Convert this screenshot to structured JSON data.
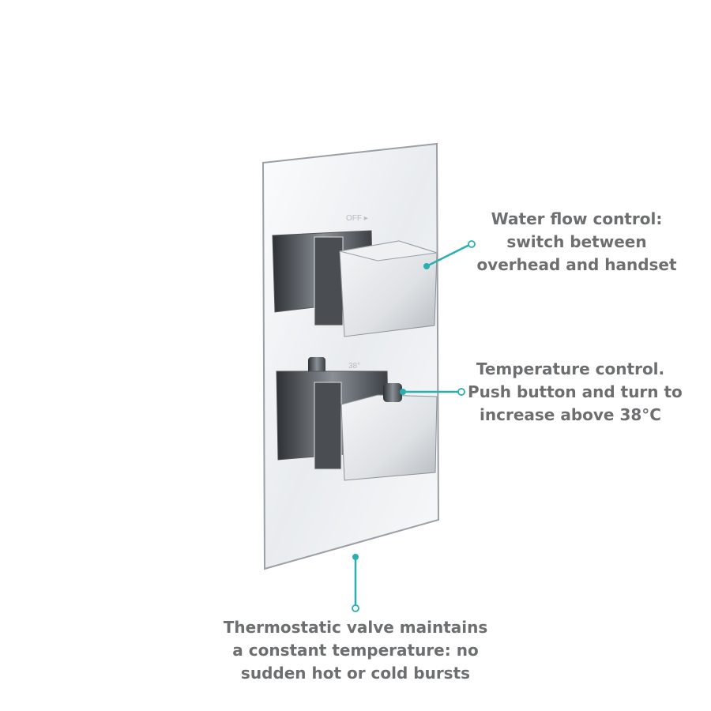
{
  "product_markings": {
    "off_label": "OFF ▸",
    "temperature_mark": "38°"
  },
  "annotations": {
    "flow": {
      "lines": [
        "Water flow control:",
        "switch between",
        "overhead and handset"
      ]
    },
    "temperature": {
      "lines": [
        "Temperature control.",
        "Push button and turn to",
        "increase above 38°C"
      ]
    },
    "thermostatic": {
      "lines": [
        "Thermostatic valve maintains",
        "a constant temperature: no",
        "sudden hot or cold bursts"
      ]
    }
  },
  "colors": {
    "accent": "#2aafb0",
    "text": "#6d6e70",
    "chrome": "#c9ced3"
  }
}
